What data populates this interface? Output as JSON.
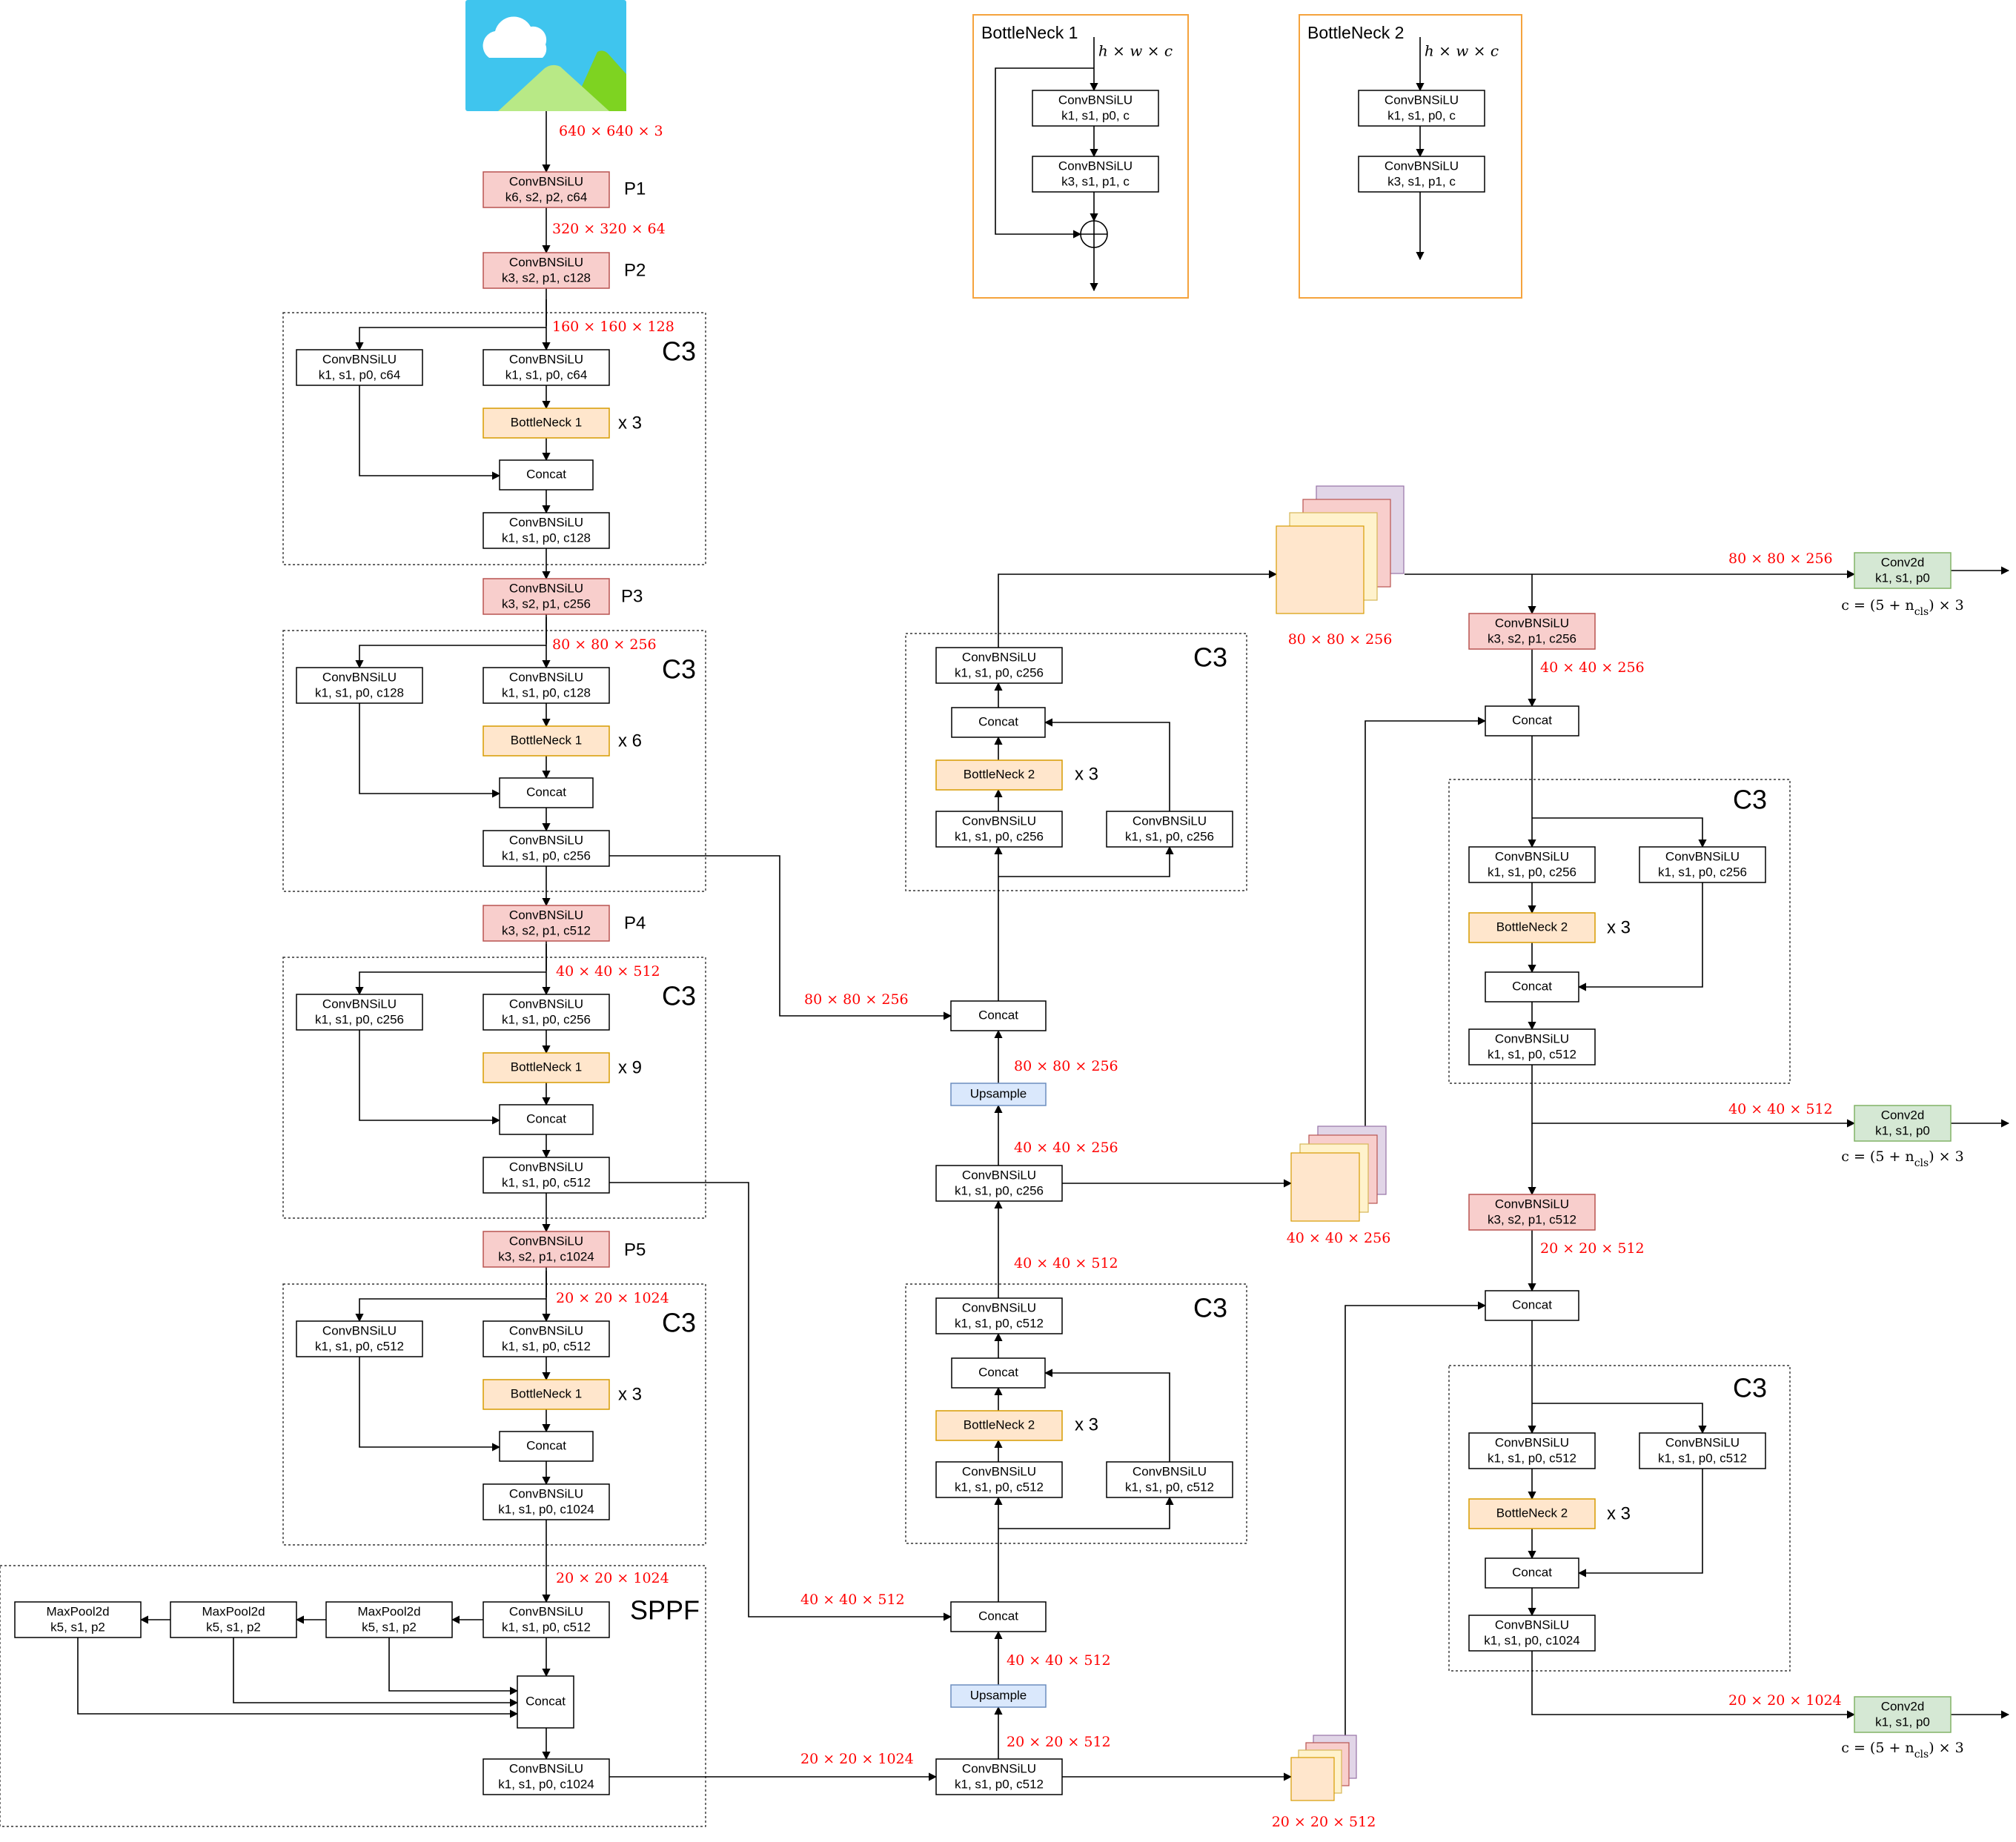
{
  "blocks": {
    "conv": "ConvBNSiLU",
    "concat": "Concat",
    "upsample": "Upsample",
    "maxpool": "MaxPool2d",
    "conv2d": "Conv2d",
    "bn1": "BottleNeck 1",
    "bn2": "BottleNeck 2"
  },
  "params": {
    "p1": "k6, s2, p2, c64",
    "p2": "k3, s2, p1, c128",
    "c3_1_a": "k1, s1, p0, c64",
    "c3_1_b": "k1, s1, p0, c64",
    "c3_1_out": "k1, s1, p0, c128",
    "p3": "k3, s2, p1, c256",
    "c3_2_a": "k1, s1, p0, c128",
    "c3_2_b": "k1, s1, p0, c128",
    "c3_2_out": "k1, s1, p0, c256",
    "p4": "k3, s2, p1, c512",
    "c3_3_a": "k1, s1, p0, c256",
    "c3_3_b": "k1, s1, p0, c256",
    "c3_3_out": "k1, s1, p0, c512",
    "p5": "k3, s2, p1, c1024",
    "c3_4_a": "k1, s1, p0, c512",
    "c3_4_b": "k1, s1, p0, c512",
    "c3_4_out": "k1, s1, p0, c1024",
    "sppf_conv1": "k1, s1, p0, c512",
    "sppf_conv2": "k1, s1, p0, c1024",
    "maxpool": "k5, s1, p2",
    "neck_c512": "k1, s1, p0, c512",
    "neck_c256": "k1, s1, p0, c256",
    "neck_c3a_a": "k1, s1, p0, c512",
    "neck_c3a_b": "k1, s1, p0, c512",
    "neck_c3a_out": "k1, s1, p0, c512",
    "neck_c3b_a": "k1, s1, p0, c256",
    "neck_c3b_b": "k1, s1, p0, c256",
    "neck_c3b_out": "k1, s1, p0, c256",
    "down1": "k3, s2, p1, c256",
    "down2": "k3, s2, p1, c512",
    "pan_c3a_a": "k1, s1, p0, c256",
    "pan_c3a_b": "k1, s1, p0, c256",
    "pan_c3a_out": "k1, s1, p0, c512",
    "pan_c3b_a": "k1, s1, p0, c512",
    "pan_c3b_b": "k1, s1, p0, c512",
    "pan_c3b_out": "k1, s1, p0, c1024",
    "head": "k1, s1, p0",
    "bn_c1": "k1, s1, p0, c",
    "bn_c3": "k3, s1, p1, c"
  },
  "stages": {
    "p1": "P1",
    "p2": "P2",
    "p3": "P3",
    "p4": "P4",
    "p5": "P5"
  },
  "groups": {
    "c3": "C3",
    "sppf": "SPPF"
  },
  "repeats": {
    "x3": "x 3",
    "x6": "x 6",
    "x9": "x 9"
  },
  "dims": {
    "input": "640 × 640 × 3",
    "d320": "320 × 320 × 64",
    "d160": "160 × 160 × 128",
    "d80": "80 × 80 × 256",
    "d40_512": "40 × 40 × 512",
    "d20_1024": "20 × 20 × 1024",
    "d40_256": "40 × 40 × 256",
    "d20_512": "20 × 20 × 512",
    "hwc": "h × w × c"
  },
  "head_formula": "c = (5 + n",
  "head_formula_sub": "cls",
  "head_formula_end": ") × 3",
  "colors": {
    "red_block": "#f8cecc",
    "red_border": "#b85450",
    "orange_block": "#ffe6cc",
    "orange_border": "#d79b00",
    "blue_block": "#dae8fc",
    "blue_border": "#6c8ebf",
    "green_block": "#d5e8d4",
    "green_border": "#82b366",
    "dim_text": "#ff0000",
    "bottleneck_frame": "#f5a33d",
    "purple_map": "#e1d5e7",
    "yellow_map": "#fff2cc"
  }
}
